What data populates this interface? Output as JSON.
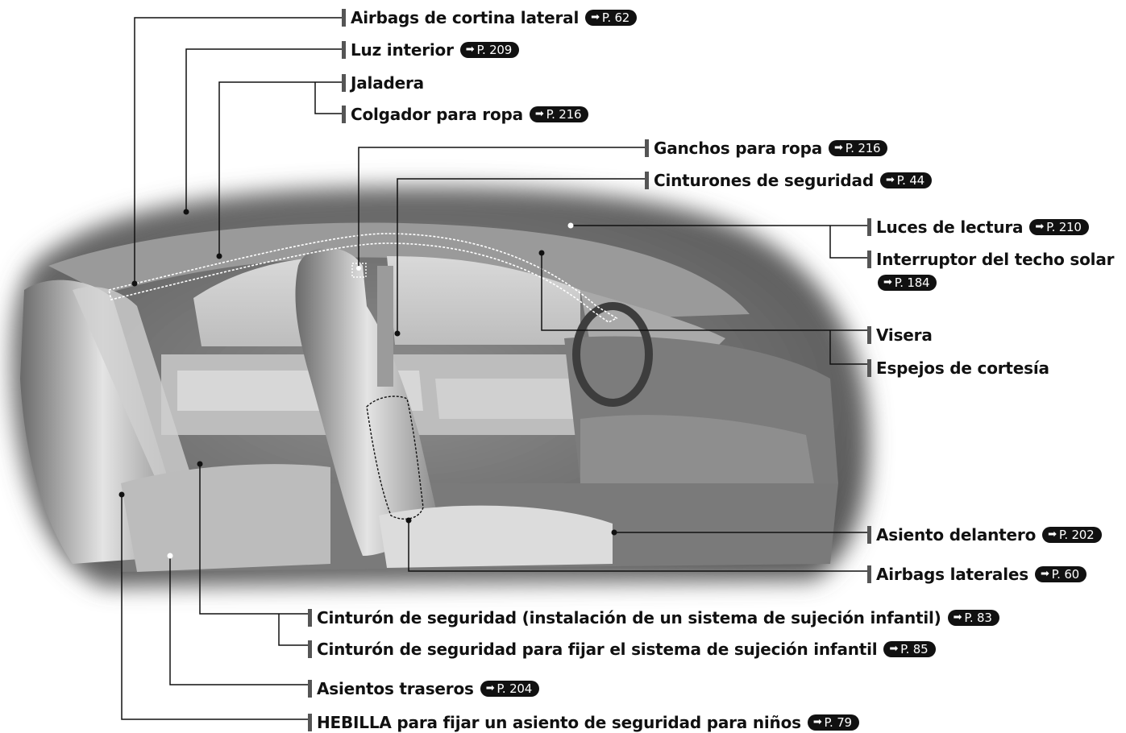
{
  "labels": {
    "cortina": {
      "text": "Airbags de cortina lateral",
      "ref": "P. 62"
    },
    "luz_interior": {
      "text": "Luz interior",
      "ref": "P. 209"
    },
    "jaladera": {
      "text": "Jaladera"
    },
    "colgador": {
      "text": "Colgador para ropa",
      "ref": "P. 216"
    },
    "ganchos": {
      "text": "Ganchos para ropa",
      "ref": "P. 216"
    },
    "cinturones": {
      "text": "Cinturones de seguridad",
      "ref": "P. 44"
    },
    "luces_lectura": {
      "text": "Luces de lectura",
      "ref": "P. 210"
    },
    "techo_solar": {
      "text": "Interruptor del techo solar",
      "ref": "P. 184"
    },
    "visera": {
      "text": "Visera"
    },
    "espejos": {
      "text": "Espejos de cortesía"
    },
    "asiento_delantero": {
      "text": "Asiento delantero",
      "ref": "P. 202"
    },
    "airbags_laterales": {
      "text": "Airbags laterales",
      "ref": "P. 60"
    },
    "cinturon_instalacion": {
      "text": "Cinturón de seguridad (instalación de un sistema de sujeción infantil)",
      "ref": "P. 83"
    },
    "cinturon_fijar": {
      "text": "Cinturón de seguridad para fijar el sistema de sujeción infantil",
      "ref": "P. 85"
    },
    "asientos_traseros": {
      "text": "Asientos traseros",
      "ref": "P. 204"
    },
    "hebilla": {
      "text": "HEBILLA para fijar un asiento de seguridad para niños",
      "ref": "P. 79"
    }
  },
  "colors": {
    "line": "#111111",
    "label_bar": "#555555",
    "ref_badge": "#111111",
    "ref_text": "#ffffff"
  }
}
